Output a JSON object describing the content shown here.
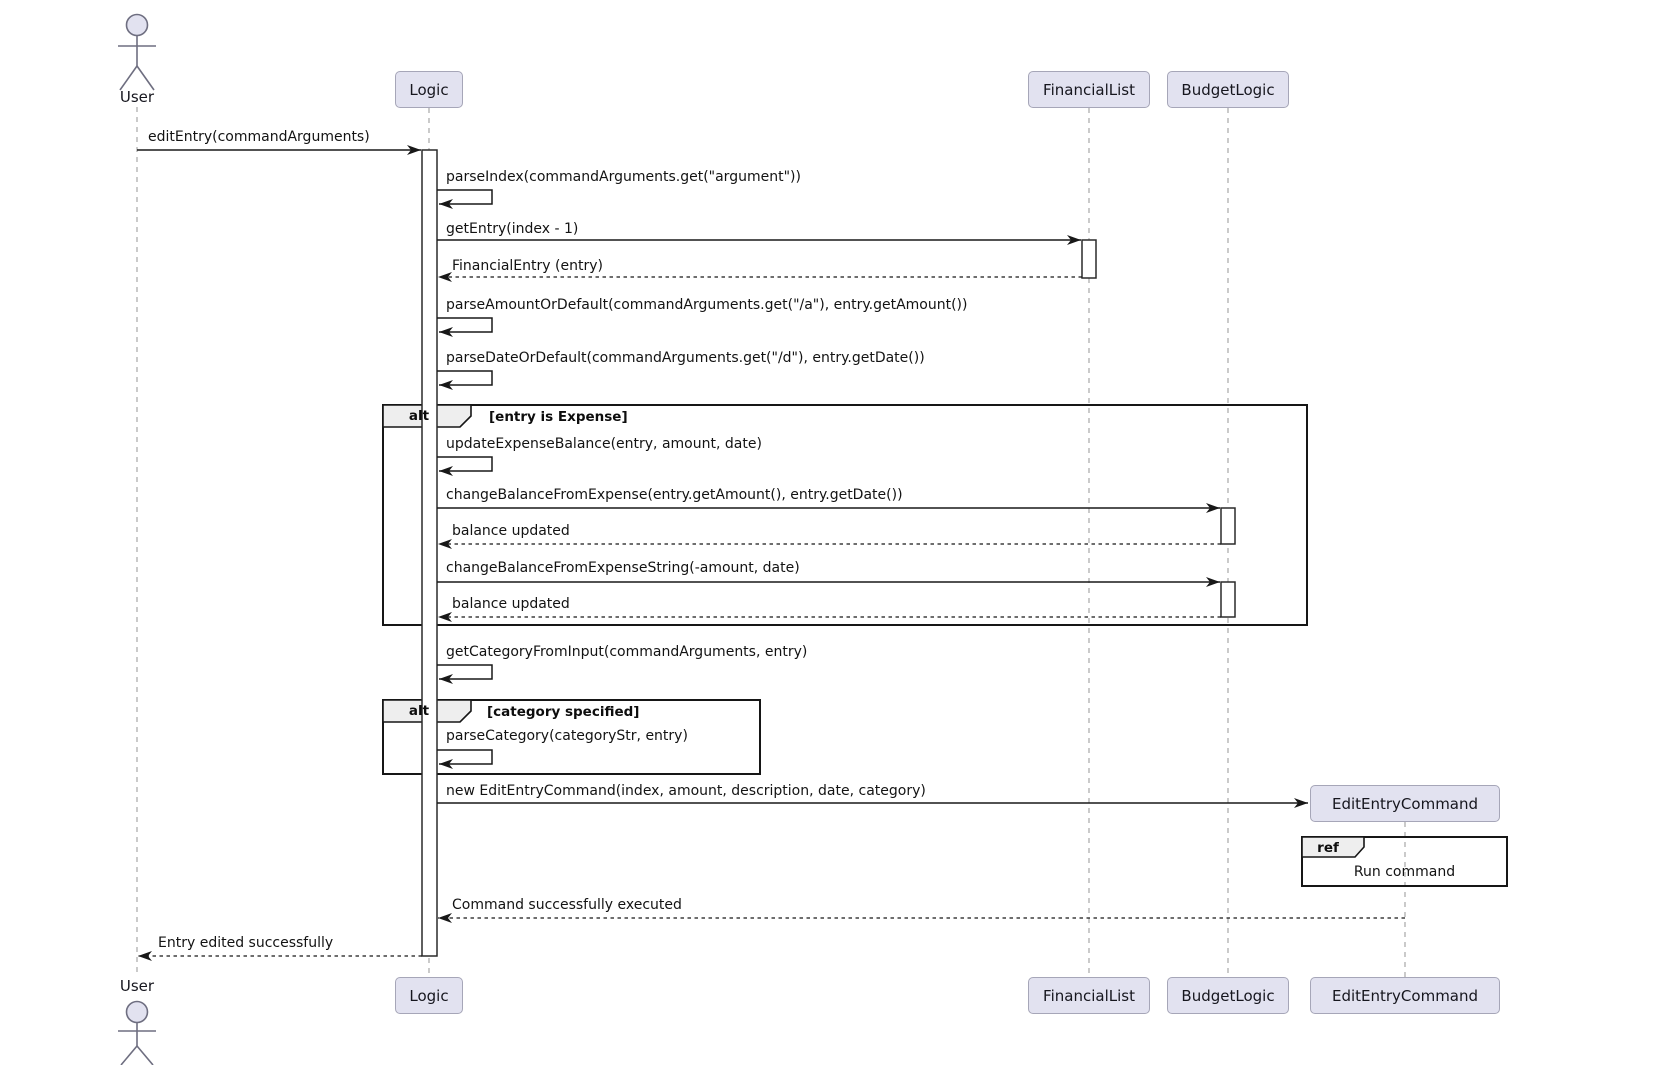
{
  "diagram_type": "uml-sequence-diagram",
  "participants": {
    "user": "User",
    "logic": "Logic",
    "financial_list": "FinancialList",
    "budget_logic": "BudgetLogic",
    "edit_entry_command": "EditEntryCommand"
  },
  "messages": {
    "edit_entry": "editEntry(commandArguments)",
    "parse_index": "parseIndex(commandArguments.get(\"argument\"))",
    "get_entry": "getEntry(index - 1)",
    "financial_entry_return": "FinancialEntry (entry)",
    "parse_amount": "parseAmountOrDefault(commandArguments.get(\"/a\"), entry.getAmount())",
    "parse_date": "parseDateOrDefault(commandArguments.get(\"/d\"), entry.getDate())",
    "update_expense_balance": "updateExpenseBalance(entry, amount, date)",
    "change_balance_from_expense": "changeBalanceFromExpense(entry.getAmount(), entry.getDate())",
    "balance_updated_1": "balance updated",
    "change_balance_from_expense_string": "changeBalanceFromExpenseString(-amount, date)",
    "balance_updated_2": "balance updated",
    "get_category_from_input": "getCategoryFromInput(commandArguments, entry)",
    "parse_category": "parseCategory(categoryStr, entry)",
    "new_edit_entry_command": "new EditEntryCommand(index, amount, description, date, category)",
    "command_executed_return": "Command successfully executed",
    "entry_edited_return": "Entry edited successfully"
  },
  "fragments": {
    "alt1": {
      "operator": "alt",
      "guard": "[entry is Expense]"
    },
    "alt2": {
      "operator": "alt",
      "guard": "[category specified]"
    },
    "ref": {
      "operator": "ref",
      "body": "Run command"
    }
  },
  "colors": {
    "background": "#FFFFFF",
    "participant_fill": "#E2E2F0",
    "participant_border": "#A6A6B8",
    "message_line": "#181818",
    "lifeline": "#A8A8A8",
    "fragment_border": "#161616",
    "fragment_label_fill": "#EEEEEE"
  }
}
